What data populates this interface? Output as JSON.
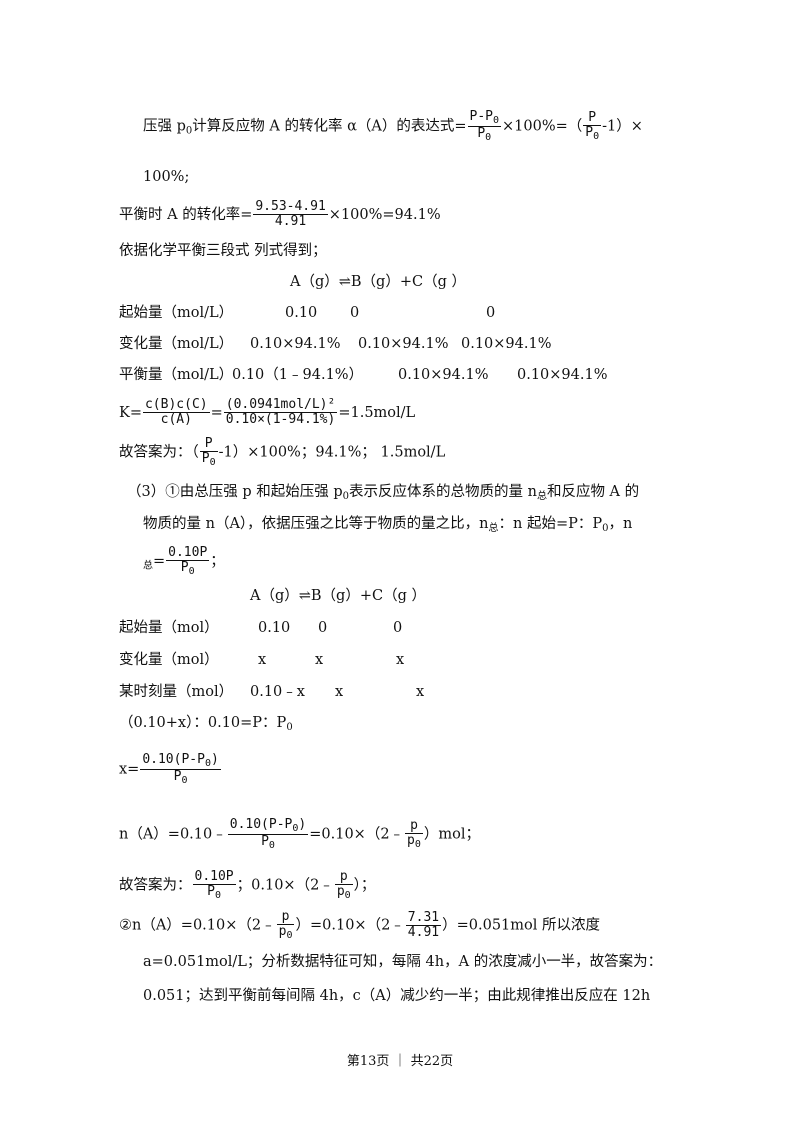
{
  "lines": {
    "l1_pre": "压强 p",
    "l1_sub": "0",
    "l1_mid": "计算反应物 A 的转化率 α（A）的表达式=",
    "l1_frac1_num": "P-P",
    "l1_frac1_num_sub": "0",
    "l1_frac1_den": "P",
    "l1_frac1_den_sub": "0",
    "l1_mid2": "×100%=（",
    "l1_frac2_num": "P",
    "l1_frac2_den": "P",
    "l1_frac2_den_sub": "0",
    "l1_post": "-1）×",
    "l2": "100%;",
    "l3_pre": "平衡时 A 的转化率=",
    "l3_num": "9.53-4.91",
    "l3_den": "4.91",
    "l3_post": "×100%=94.1%",
    "l4": "依据化学平衡三段式  列式得到；",
    "l5": "A（g）⇌B（g）+C（g ）",
    "l6_label": "起始量（mol/L）",
    "l6_v1": "0.10",
    "l6_v2": "0",
    "l6_v3": "0",
    "l7_label": "变化量（mol/L）",
    "l7_v1": "0.10×94.1%",
    "l7_v2": "0.10×94.1%",
    "l7_v3": "0.10×94.1%",
    "l8_label": "平衡量（mol/L）",
    "l8_v1": "0.10（1﹣94.1%）",
    "l8_v2": "0.10×94.1%",
    "l8_v3": "0.10×94.1%",
    "l9_pre": "K=",
    "l9_f1_num": "c(B)c(C)",
    "l9_f1_den": "c(A)",
    "l9_eq": "=",
    "l9_f2_num": "(0.0941mol/L)²",
    "l9_f2_den": "0.10×(1-94.1%)",
    "l9_post": "=1.5mol/L",
    "l10_pre": "故答案为：（",
    "l10_num": "P",
    "l10_den": "P",
    "l10_den_sub": "0",
    "l10_post": "-1）×100%；94.1%；      1.5mol/L",
    "l11_pre": "（3）①由总压强 p 和起始压强 p",
    "l11_sub": "0",
    "l11_post": "表示反应体系的总物质的量 n",
    "l11_sub2": "总",
    "l11_post2": "和反应物 A 的",
    "l12_pre": "物质的量 n（A），依据压强之比等于物质的量之比，n",
    "l12_sub": "总",
    "l12_mid": "：n 起始=P：P",
    "l12_sub2": "0",
    "l12_post": "，n",
    "l13_sub": "总",
    "l13_eq": "=",
    "l13_num": "0.10P",
    "l13_den": "P",
    "l13_den_sub": "0",
    "l13_post": "；",
    "l14": "A（g）⇌B（g）+C（g ）",
    "l15_label": "起始量（mol）",
    "l15_v1": "0.10",
    "l15_v2": "0",
    "l15_v3": "0",
    "l16_label": "变化量（mol）",
    "l16_v1": "x",
    "l16_v2": "x",
    "l16_v3": "x",
    "l17_label": "某时刻量（mol）",
    "l17_v1": "0.10﹣x",
    "l17_v2": "x",
    "l17_v3": "x",
    "l18_pre": "（0.10+x）：0.10=P：P",
    "l18_sub": "0",
    "l19_pre": "x=",
    "l19_num": "0.10(P-P",
    "l19_num_sub": "0",
    "l19_num_end": ")",
    "l19_den": "P",
    "l19_den_sub": "0",
    "l20_pre": "n（A）=0.10﹣",
    "l20_num": "0.10(P-P",
    "l20_num_sub": "0",
    "l20_num_end": ")",
    "l20_den": "P",
    "l20_den_sub": "0",
    "l20_mid": "=0.10×（2﹣",
    "l20_f2_num": "p",
    "l20_f2_den": "p",
    "l20_f2_den_sub": "0",
    "l20_post": "）mol；",
    "l21_pre": "故答案为：",
    "l21_num": "0.10P",
    "l21_den": "P",
    "l21_den_sub": "0",
    "l21_mid": "；0.10×（2﹣",
    "l21_f2_num": "p",
    "l21_f2_den": "p",
    "l21_f2_den_sub": "0",
    "l21_post": "）；",
    "l22_pre": "②n（A）=0.10×（2﹣",
    "l22_f1_num": "p",
    "l22_f1_den": "p",
    "l22_f1_den_sub": "0",
    "l22_mid": "）=0.10×（2﹣",
    "l22_f2_num": "7.31",
    "l22_f2_den": "4.91",
    "l22_post": "）=0.051mol 所以浓度",
    "l23": "a=0.051mol/L；分析数据特征可知，每隔 4h，A 的浓度减小一半，故答案为：",
    "l24": "0.051；达到平衡前每间隔 4h，c（A）减少约一半；由此规律推出反应在 12h"
  },
  "footer": "第13页 ｜ 共22页"
}
